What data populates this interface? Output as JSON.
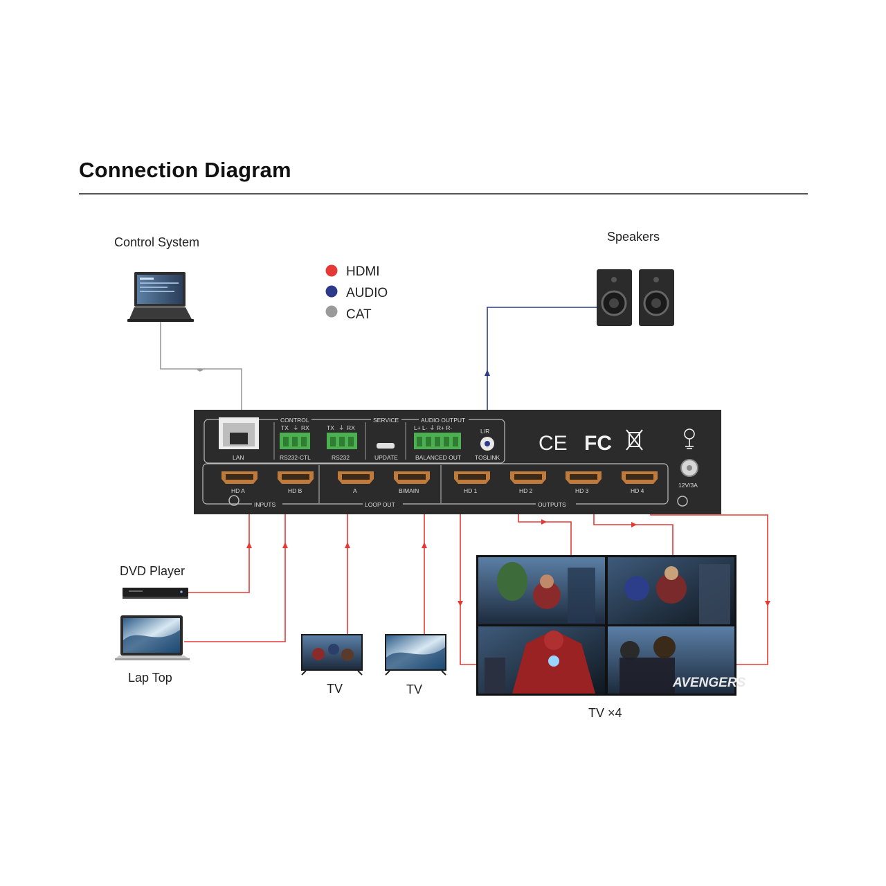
{
  "title": "Connection Diagram",
  "legend": [
    {
      "label": "HDMI",
      "color": "#e53935"
    },
    {
      "label": "AUDIO",
      "color": "#2d3a8c"
    },
    {
      "label": "CAT",
      "color": "#9a9a9a"
    }
  ],
  "devices": {
    "control_system": "Control System",
    "speakers": "Speakers",
    "dvd_player": "DVD Player",
    "laptop": "Lap Top",
    "tv_a": "TV",
    "tv_b": "TV",
    "tv_wall": "TV ×4"
  },
  "panel": {
    "sections": {
      "control": "CONTROL",
      "service": "SERVICE",
      "audio_output": "AUDIO OUTPUT",
      "inputs": "INPUTS",
      "loop_out": "LOOP OUT",
      "outputs": "OUTPUTS"
    },
    "pins": {
      "tx1": "TX",
      "gnd1": "⏚",
      "rx1": "RX",
      "tx2": "TX",
      "gnd2": "⏚",
      "rx2": "RX",
      "audio": "L+  L-  ⏚  R+  R-",
      "lr": "L/R"
    },
    "ports": {
      "lan": "LAN",
      "rs232ctl": "RS232-CTL",
      "rs232": "RS232",
      "update": "UPDATE",
      "balanced_out": "BALANCED OUT",
      "toslink": "TOSLINK",
      "hd_a": "HD A",
      "hd_b": "HD B",
      "loop_a": "A",
      "loop_b": "B/MAIN",
      "hd1": "HD 1",
      "hd2": "HD 2",
      "hd3": "HD 3",
      "hd4": "HD 4",
      "power": "12V/3A"
    },
    "certs": {
      "ce": "CE",
      "fc": "FC"
    },
    "hdmi_ports": 8
  },
  "wall_logo": "AVENGERS",
  "colors": {
    "hdmi": "#e53935",
    "audio": "#2d3a8c",
    "cat": "#9a9a9a",
    "panel": "#2b2b2b",
    "terminal_green": "#4caf50",
    "hdmi_port": "#c07a3a"
  }
}
